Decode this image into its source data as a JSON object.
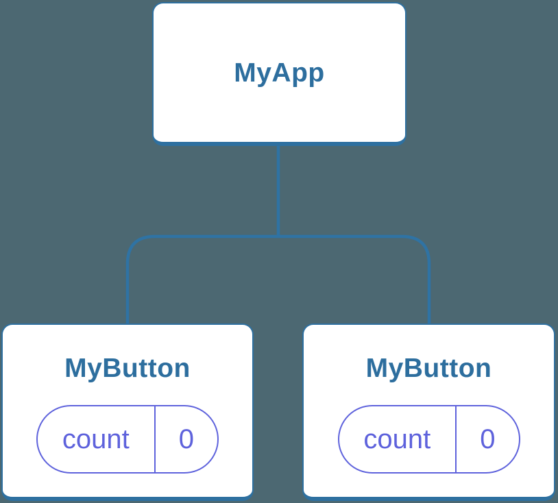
{
  "tree": {
    "root": {
      "label": "MyApp"
    },
    "children": [
      {
        "label": "MyButton",
        "state": {
          "key": "count",
          "value": "0"
        }
      },
      {
        "label": "MyButton",
        "state": {
          "key": "count",
          "value": "0"
        }
      }
    ]
  },
  "colors": {
    "background": "#4C6872",
    "box_fill": "#FFFFFF",
    "box_border": "#2E70A0",
    "connector": "#2F73A4",
    "title_text": "#2D6E9E",
    "state_accent": "#5E62DC"
  }
}
